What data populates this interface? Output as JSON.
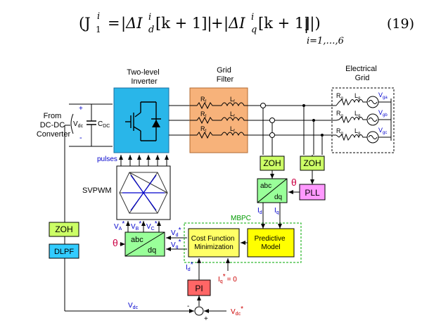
{
  "equation": {
    "lhs": "(J",
    "lhs_sub": "1",
    "lhs_sup": "i",
    "eq": "=",
    "term1": "|ΔI",
    "term1_sup": "i",
    "term1_sub": "d",
    "term1_arg": "[k + 1]|",
    "plus": "+",
    "term2": "|ΔI",
    "term2_sup": "i",
    "term2_sub": "q",
    "term2_arg": "[k + 1]|)",
    "bar": "|",
    "range": "i=1,…,6",
    "number": "(19)"
  },
  "diagram": {
    "labels": {
      "inverter": "Two-level Inverter",
      "filter": "Grid Filter",
      "grid": "Electrical Grid",
      "source": "From DC-DC Converter",
      "svpwm": "SVPWM",
      "pulses": "pulses",
      "mbpc": "MBPC",
      "theta": "θ"
    },
    "blocks": {
      "zoh": "ZOH",
      "dlpf": "DLPF",
      "pll": "PLL",
      "cost_function": "Cost Function Minimization",
      "predictive_model": "Predictive Model",
      "pi": "PI",
      "abc": "abc",
      "dq": "dq"
    },
    "symbols": {
      "vdc": "V",
      "vdc_sub": "dc",
      "cdc": "C",
      "cdc_sub": "DC",
      "plus": "+",
      "minus": "-",
      "rf": "R",
      "rf_sub": "f",
      "lf": "L",
      "lf_sub": "f",
      "rg": "R",
      "rg_sub": "g",
      "lg": "L",
      "lg_sub": "g",
      "vga": "V",
      "vga_sub": "ga",
      "vgb": "V",
      "vgb_sub": "gb",
      "vgc": "V",
      "vgc_sub": "gc",
      "va": "V",
      "va_sub": "A",
      "vb": "V",
      "vb_sub": "B",
      "vc": "V",
      "vc_sub": "C",
      "vd": "V",
      "vd_sub": "d",
      "vq": "V",
      "vq_sub": "q",
      "id": "I",
      "id_sub": "d",
      "iq": "I",
      "iq_sub": "q",
      "idref": "I",
      "idref_sub": "d",
      "iqref": "I",
      "iqref_sub": "q",
      "iqref_val": "= 0",
      "vdcref": "V",
      "vdcref_sub": "dc",
      "vdc_fb": "V",
      "vdc_fb_sub": "dc",
      "star": "*",
      "sum_minus": "-",
      "sum_plus": "+"
    },
    "colors": {
      "inverter_fill": "#29b6e9",
      "filter_fill": "#f7b27a",
      "zoh_fill": "#ccff66",
      "dlpf_fill": "#33ccff",
      "pll_fill": "#ff99ff",
      "transform_fill": "#99ff99",
      "cost_fill": "#ffff66",
      "predictive_fill": "#ffff00",
      "pi_fill": "#ff6666",
      "mbpc_border": "#00aa00",
      "signal_blue": "#0000cc",
      "signal_red": "#cc0000",
      "theta_red": "#cc0044"
    }
  }
}
